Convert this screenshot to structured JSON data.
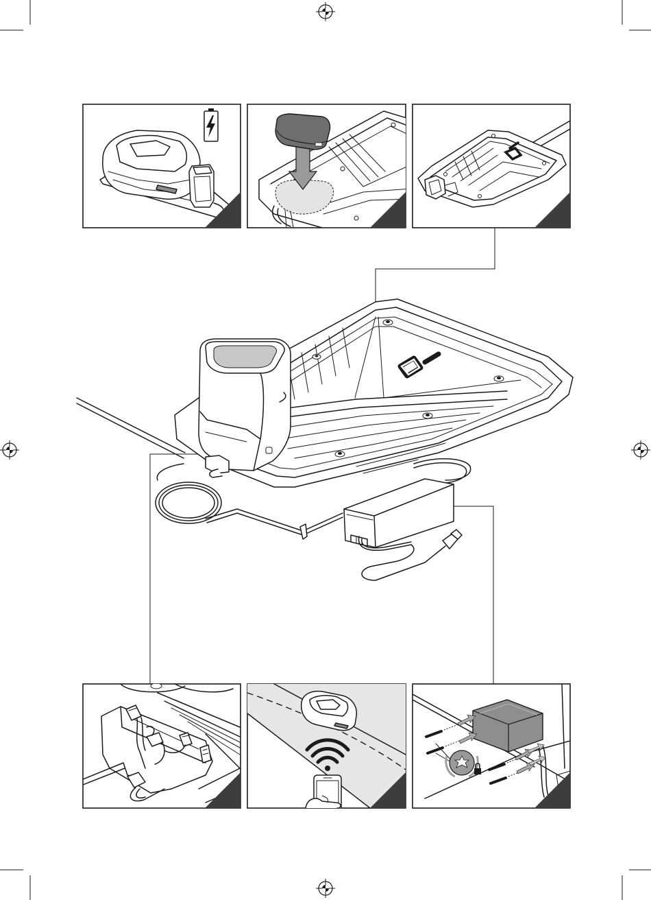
{
  "page": {
    "registration_marks": [
      "registration-mark-top",
      "registration-mark-left",
      "registration-mark-right",
      "registration-mark-bottom"
    ],
    "colors": {
      "ink": "#1a1a1a",
      "corner_tab": "#3d3d3d",
      "accent_gray": "#8c8c8c",
      "light_gray": "#d6d6d6"
    }
  },
  "panels": [
    {
      "id": "charging",
      "icons": [
        "robot-mower-icon",
        "battery-charge-icon"
      ]
    },
    {
      "id": "insert-cover",
      "icons": [
        "cover-lid-icon",
        "down-arrow-icon"
      ]
    },
    {
      "id": "base-plate",
      "icons": [
        "charging-station-base-icon",
        "logo-mark-icon"
      ]
    },
    {
      "id": "cable-connect",
      "icons": [
        "connector-plug-icon",
        "cable-icon"
      ]
    },
    {
      "id": "app-pairing",
      "icons": [
        "robot-mower-icon",
        "wifi-icon",
        "smartphone-icon"
      ]
    },
    {
      "id": "screw-mount",
      "icons": [
        "power-supply-icon",
        "screw-icon",
        "torx-bit-icon",
        "lock-icon"
      ]
    }
  ],
  "overview": {
    "icons": [
      "charging-station-icon",
      "boundary-wire-icon",
      "power-supply-icon",
      "power-cord-icon",
      "logo-mark-icon"
    ]
  }
}
